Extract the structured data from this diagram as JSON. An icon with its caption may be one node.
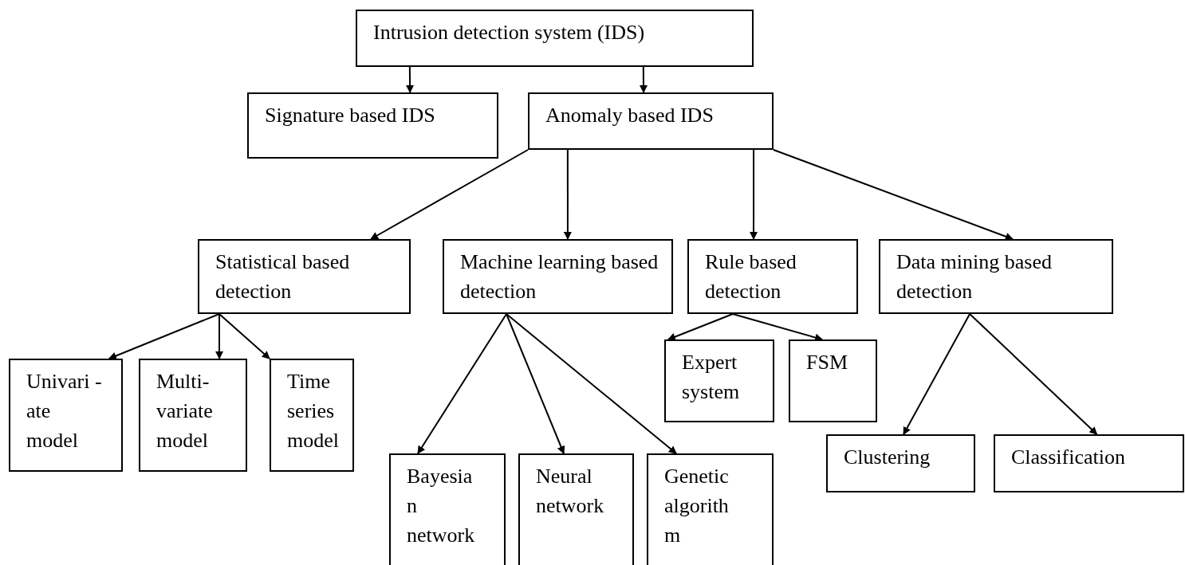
{
  "diagram": {
    "nodes": [
      {
        "text": [
          "Intrusion detection system (IDS)"
        ]
      },
      {
        "text": [
          "Signature based IDS"
        ]
      },
      {
        "text": [
          "Anomaly based IDS"
        ]
      },
      {
        "text": [
          "Statistical based detection"
        ]
      },
      {
        "text": [
          "Machine learning based detection"
        ]
      },
      {
        "text": [
          "Rule based detection"
        ]
      },
      {
        "text": [
          "Data mining based detection"
        ]
      },
      {
        "text": [
          "Univari -ate model"
        ]
      },
      {
        "text": [
          "Multi- variate model"
        ]
      },
      {
        "text": [
          "Time series model"
        ]
      },
      {
        "text": [
          "Expert system"
        ]
      },
      {
        "text": [
          "FSM"
        ]
      },
      {
        "text": [
          "Bayesia n network"
        ]
      },
      {
        "text": [
          "Neural network"
        ]
      },
      {
        "text": [
          "Genetic algorith m"
        ]
      },
      {
        "text": [
          "Clustering"
        ]
      },
      {
        "text": [
          "Classification"
        ]
      }
    ],
    "edges": [
      {
        "from": 0,
        "to": 1,
        "arrow": "to"
      },
      {
        "from": 0,
        "to": 2,
        "arrow": "to"
      },
      {
        "from": 2,
        "to": 3,
        "arrow": "to"
      },
      {
        "from": 2,
        "to": 4,
        "arrow": "to"
      },
      {
        "from": 2,
        "to": 5,
        "arrow": "to"
      },
      {
        "from": 2,
        "to": 6,
        "arrow": "to"
      },
      {
        "from": 3,
        "to": 7,
        "arrow": "to"
      },
      {
        "from": 3,
        "to": 8,
        "arrow": "to"
      },
      {
        "from": 3,
        "to": 9,
        "arrow": "to"
      },
      {
        "from": 4,
        "to": 12,
        "arrow": "to"
      },
      {
        "from": 4,
        "to": 13,
        "arrow": "to"
      },
      {
        "from": 4,
        "to": 14,
        "arrow": "to"
      },
      {
        "from": 5,
        "to": 10,
        "arrow": "to"
      },
      {
        "from": 5,
        "to": 11,
        "arrow": "to"
      },
      {
        "from": 6,
        "to": 15,
        "arrow": "to"
      },
      {
        "from": 6,
        "to": 16,
        "arrow": "to"
      }
    ]
  }
}
